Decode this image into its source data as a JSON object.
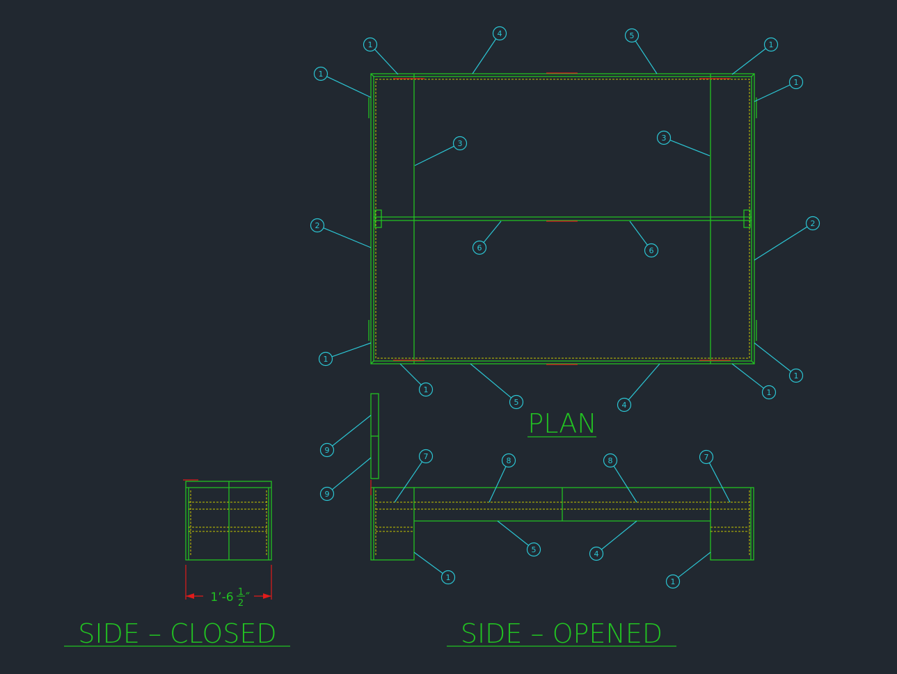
{
  "views": {
    "plan": {
      "title": "PLAN"
    },
    "side_opened": {
      "title": "SIDE – OPENED"
    },
    "side_closed": {
      "title": "SIDE – CLOSED"
    }
  },
  "dimension": {
    "feet_inches": "1’-6",
    "fraction_numerator": "1",
    "fraction_denominator": "2",
    "inch_mark": "″"
  },
  "callouts": {
    "plan": [
      "1",
      "4",
      "5",
      "1",
      "1",
      "1",
      "3",
      "3",
      "2",
      "2",
      "6",
      "6",
      "1",
      "1",
      "1",
      "5",
      "4",
      "1"
    ],
    "side_opened": [
      "9",
      "9",
      "7",
      "8",
      "8",
      "7",
      "5",
      "4",
      "1",
      "1"
    ]
  },
  "colors": {
    "background": "#212830",
    "geometry": "#22c322",
    "hidden_lines": "#c8c800",
    "leaders": "#2cc6d4",
    "dimension_marks": "#e11b1b"
  }
}
